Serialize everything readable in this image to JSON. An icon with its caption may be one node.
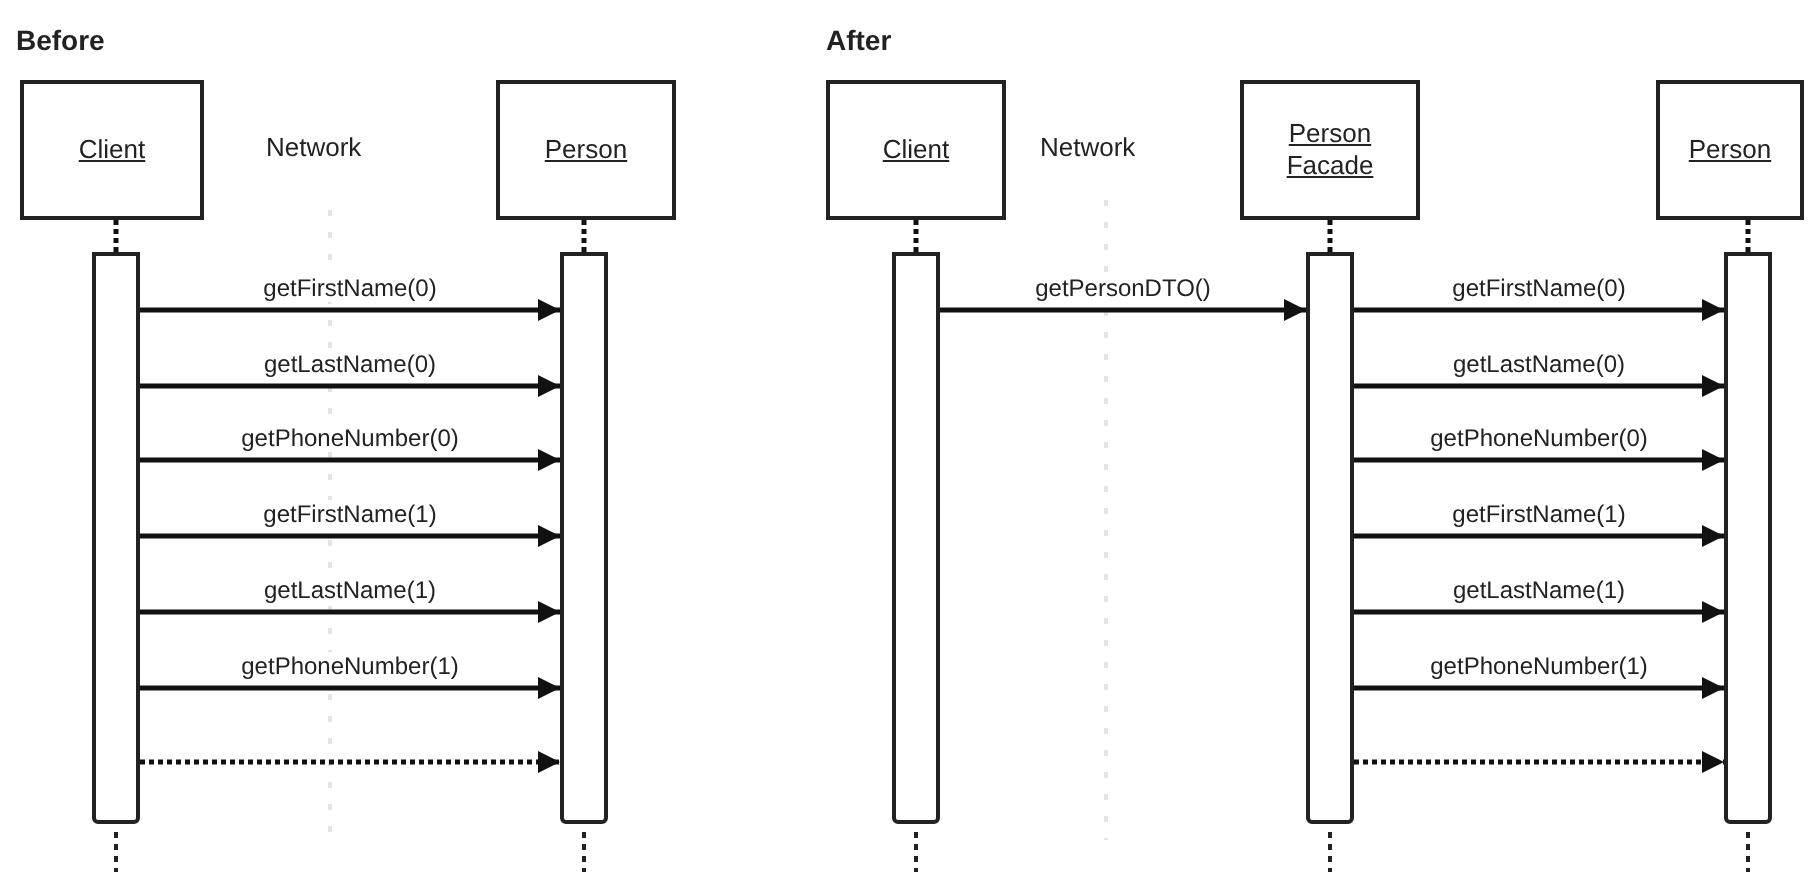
{
  "diagram": {
    "nodes": [
      {
        "text": [
          "Client"
        ]
      },
      {
        "text": [
          "Person"
        ]
      },
      {
        "text": [],
        "shape": "bar"
      },
      {
        "text": [],
        "shape": "bar"
      },
      {
        "text": [
          "Client"
        ]
      },
      {
        "text": [
          "Person Facade"
        ]
      },
      {
        "text": [
          "Person"
        ]
      },
      {
        "text": [],
        "shape": "bar"
      },
      {
        "text": [],
        "shape": "bar"
      },
      {
        "text": [],
        "shape": "bar"
      }
    ],
    "edges": [
      {
        "from": 0,
        "to": 2,
        "arrow": "none",
        "style": "dashed"
      },
      {
        "from": 1,
        "to": 3,
        "arrow": "none",
        "style": "dashed"
      },
      {
        "from": 2,
        "to": 3,
        "arrow": "to",
        "label": "getFirstName(0)"
      },
      {
        "from": 2,
        "to": 3,
        "arrow": "to",
        "label": "getLastName(0)"
      },
      {
        "from": 2,
        "to": 3,
        "arrow": "to",
        "label": "getPhoneNumber(0)"
      },
      {
        "from": 2,
        "to": 3,
        "arrow": "to",
        "label": "getFirstName(1)"
      },
      {
        "from": 2,
        "to": 3,
        "arrow": "to",
        "label": "getLastName(1)"
      },
      {
        "from": 2,
        "to": 3,
        "arrow": "to",
        "label": "getPhoneNumber(1)"
      },
      {
        "from": 2,
        "to": 3,
        "arrow": "to",
        "style": "dashed"
      },
      {
        "from": 4,
        "to": 7,
        "arrow": "none",
        "style": "dashed"
      },
      {
        "from": 5,
        "to": 8,
        "arrow": "none",
        "style": "dashed"
      },
      {
        "from": 6,
        "to": 9,
        "arrow": "none",
        "style": "dashed"
      },
      {
        "from": 7,
        "to": 8,
        "arrow": "to",
        "label": "getPersonDTO()"
      },
      {
        "from": 8,
        "to": 9,
        "arrow": "to",
        "label": "getFirstName(0)"
      },
      {
        "from": 8,
        "to": 9,
        "arrow": "to",
        "label": "getLastName(0)"
      },
      {
        "from": 8,
        "to": 9,
        "arrow": "to",
        "label": "getPhoneNumber(0)"
      },
      {
        "from": 8,
        "to": 9,
        "arrow": "to",
        "label": "getFirstName(1)"
      },
      {
        "from": 8,
        "to": 9,
        "arrow": "to",
        "label": "getLastName(1)"
      },
      {
        "from": 8,
        "to": 9,
        "arrow": "to",
        "label": "getPhoneNumber(1)"
      },
      {
        "from": 8,
        "to": 9,
        "arrow": "to",
        "style": "dashed"
      }
    ],
    "labels": [
      "Before",
      "Network",
      "After",
      "Network"
    ]
  }
}
